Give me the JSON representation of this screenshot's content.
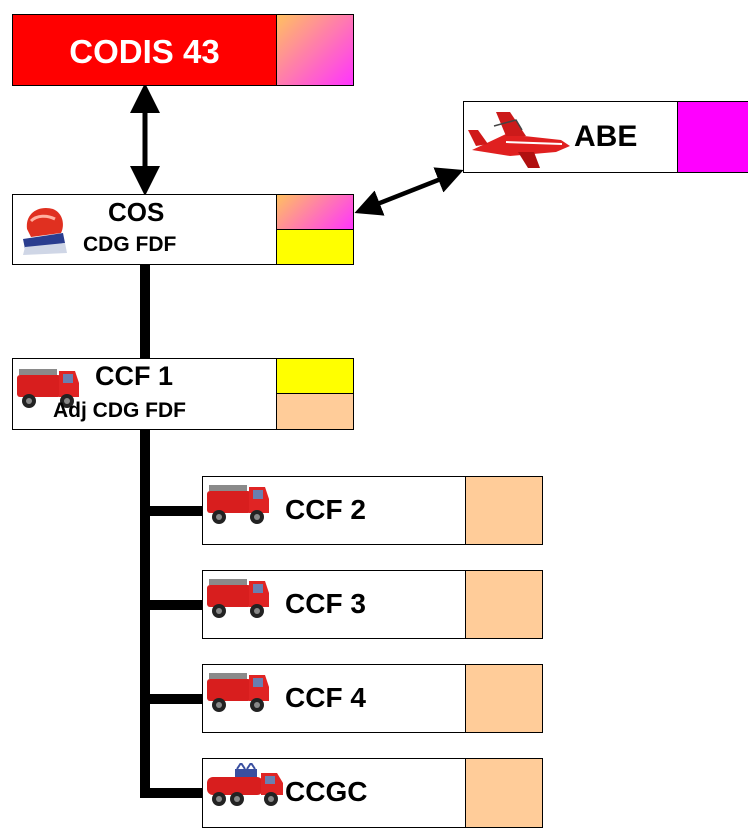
{
  "colors": {
    "codis_fill": "#ff0000",
    "codis_text": "#ffffff",
    "gradient_start": "#ffc060",
    "gradient_end": "#ff33ff",
    "magenta": "#ff00ff",
    "yellow": "#ffff00",
    "peach": "#ffcc99",
    "line": "#000000"
  },
  "codis": {
    "label": "CODIS 43"
  },
  "abe": {
    "label": "ABE",
    "icon": "aircraft-icon"
  },
  "cos": {
    "title": "COS",
    "subtitle": "CDG FDF",
    "icon": "officer-helmet-icon"
  },
  "ccf1": {
    "title": "CCF 1",
    "subtitle": "Adj CDG FDF",
    "icon": "fire-truck-icon"
  },
  "units": [
    {
      "label": "CCF 2",
      "icon": "fire-truck-icon"
    },
    {
      "label": "CCF 3",
      "icon": "fire-truck-icon"
    },
    {
      "label": "CCF 4",
      "icon": "fire-truck-icon"
    },
    {
      "label": "CCGC",
      "icon": "tanker-truck-icon"
    }
  ]
}
